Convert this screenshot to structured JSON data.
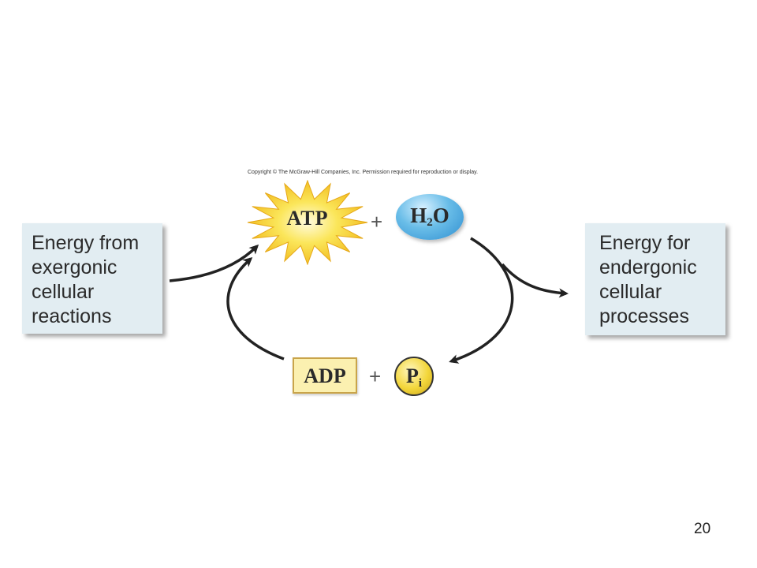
{
  "copyright": "Copyright © The McGraw-Hill Companies, Inc. Permission required for reproduction or display.",
  "left_box": {
    "lines": [
      "Energy from",
      "exergonic",
      "cellular",
      "reactions"
    ]
  },
  "right_box": {
    "lines": [
      "Energy for",
      "endergonic",
      "cellular",
      "processes"
    ]
  },
  "top_row": {
    "atp": "ATP",
    "plus": "+",
    "water_main": "H",
    "water_sub": "2",
    "water_tail": "O"
  },
  "bottom_row": {
    "adp": "ADP",
    "plus": "+",
    "pi_main": "P",
    "pi_sub": "i"
  },
  "colors": {
    "box_fill": "#e2edf2",
    "atp_burst": "#f6d21c",
    "water": "#4aa8e0",
    "adp_fill": "#fbf0b0",
    "pi_fill": "#f3d63a",
    "arrow": "#222222"
  },
  "page_number": "20"
}
